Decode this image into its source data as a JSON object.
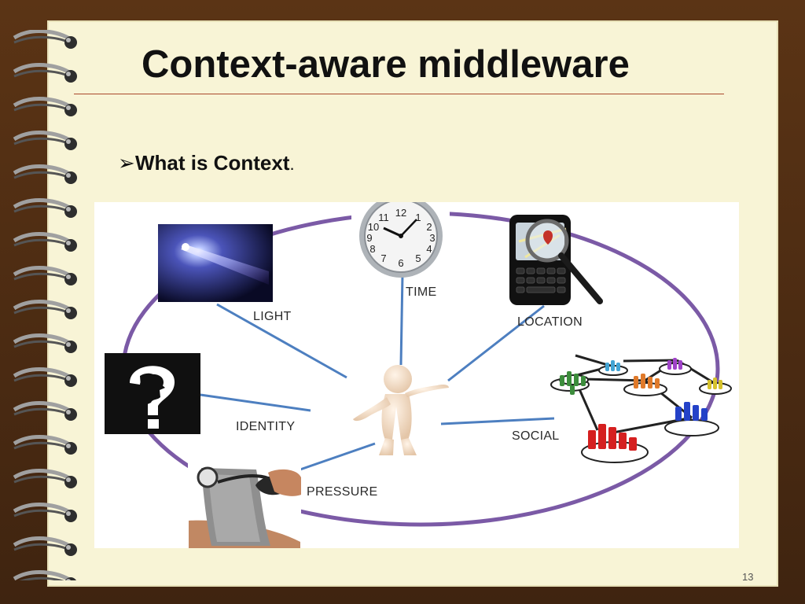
{
  "slide": {
    "title": "Context-aware middleware",
    "bullet": {
      "marker": "➢",
      "text": "What is Context",
      "punctuation": "."
    },
    "page_number": "13"
  },
  "diagram": {
    "labels": {
      "time": "TIME",
      "light": "LIGHT",
      "location": "LOCATION",
      "identity": "IDENTITY",
      "social": "SOCIAL",
      "pressure": "PRESSURE"
    },
    "colors": {
      "ellipse": "#7b5aa6",
      "spokes": "#4d7fc0"
    }
  }
}
